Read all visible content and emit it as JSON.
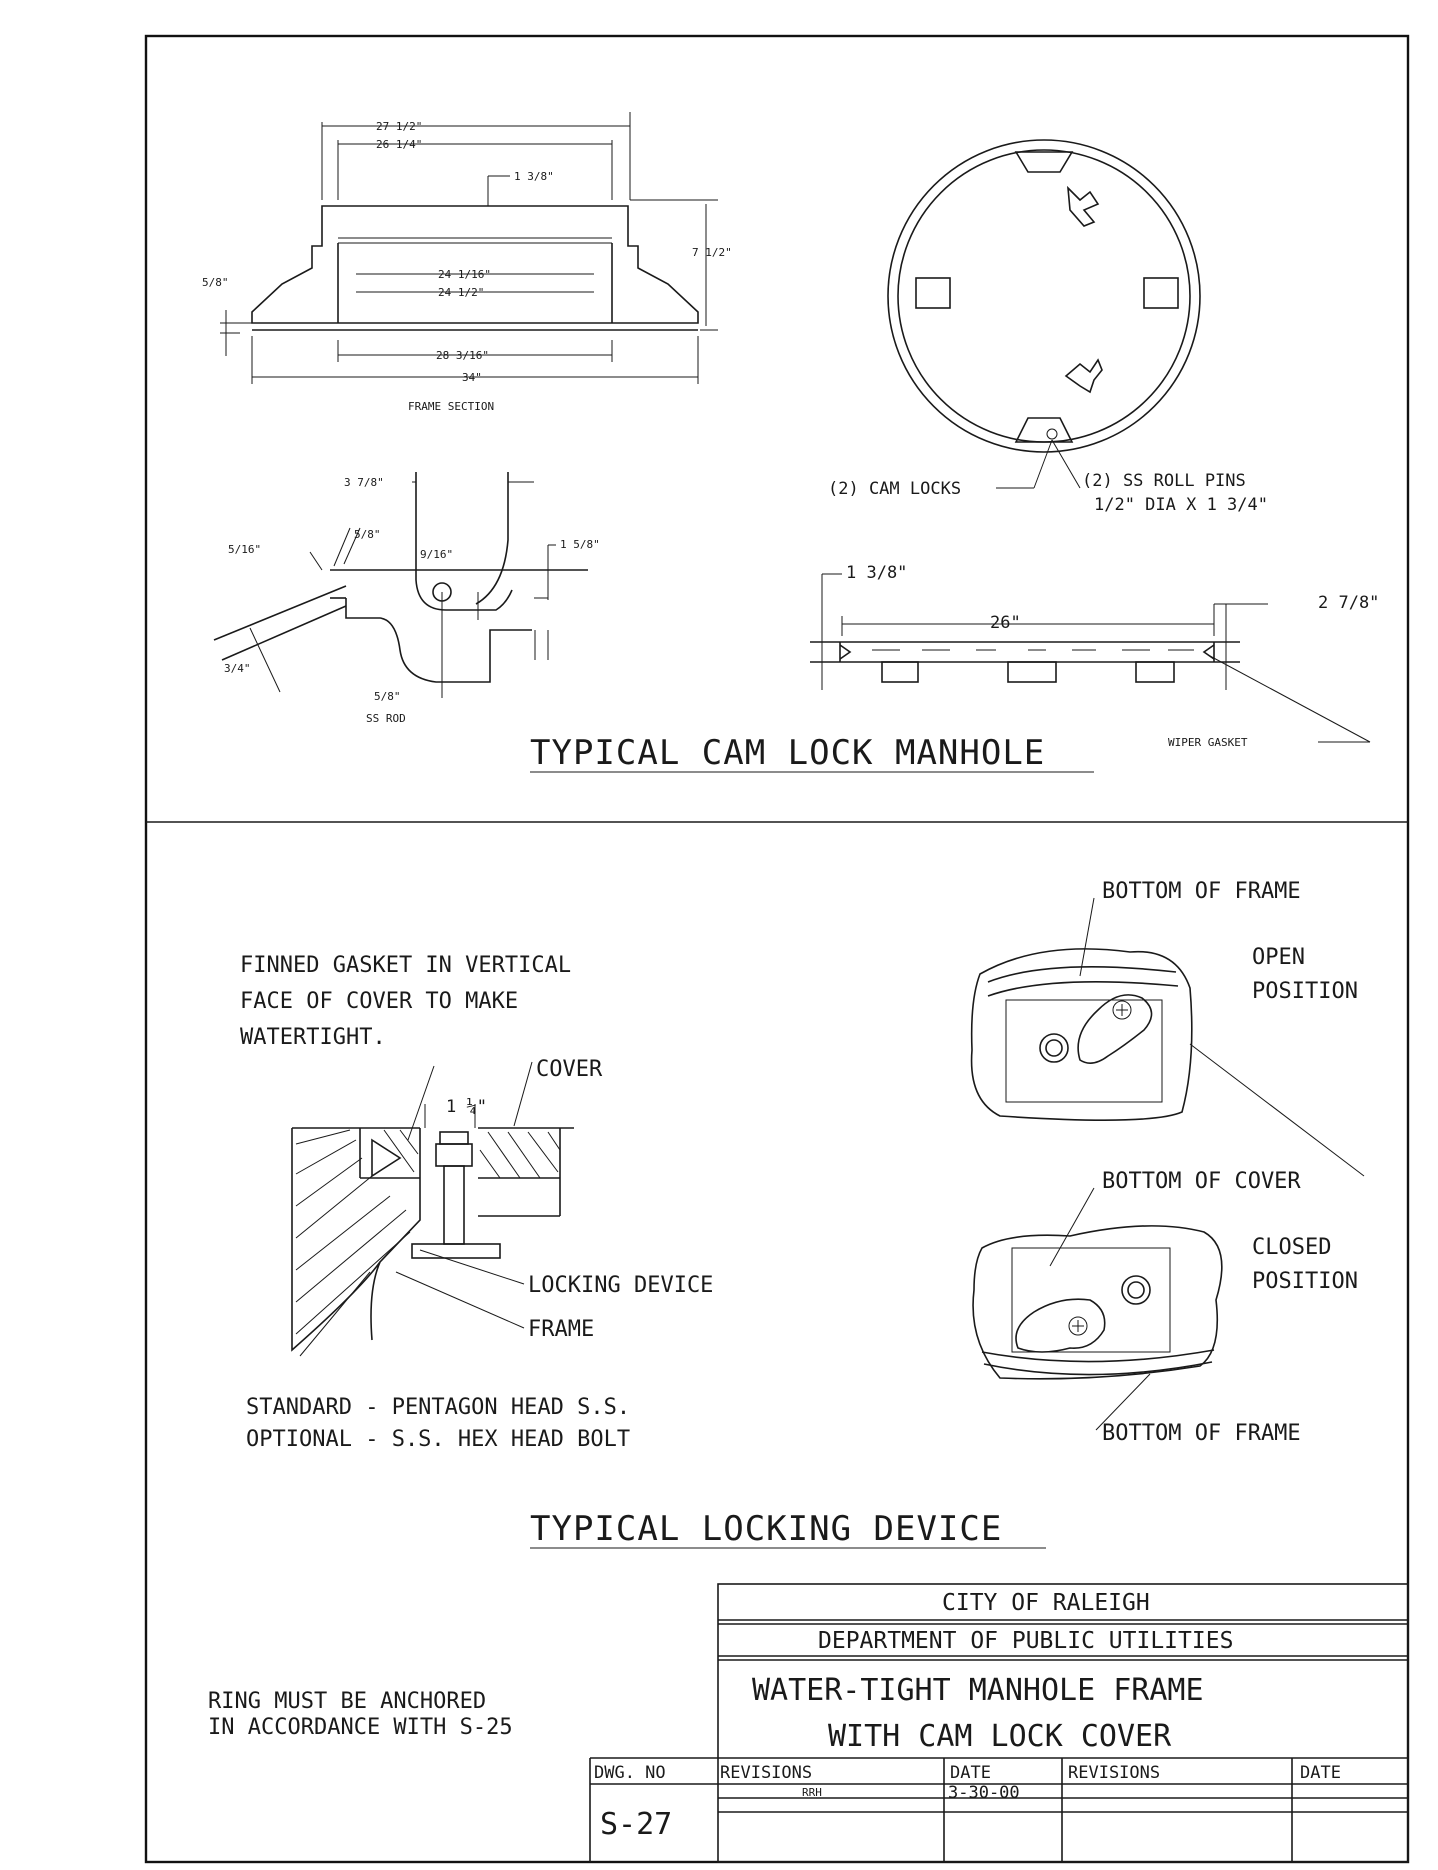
{
  "top_section": {
    "title": "TYPICAL CAM LOCK MANHOLE",
    "frame_section": {
      "caption": "FRAME SECTION",
      "dim_27_1_2": "27 1/2\"",
      "dim_26_1_4": "26 1/4\"",
      "dim_1_3_8": "1 3/8\"",
      "dim_7_1_2": "7 1/2\"",
      "dim_5_8": "5/8\"",
      "dim_24_1_16": "24 1/16\"",
      "dim_24_1_2": "24 1/2\"",
      "dim_28_3_16": "28 3/16\"",
      "dim_34": "34\""
    },
    "detail": {
      "dim_3_7_8": "3 7/8\"",
      "dim_5_16": "5/16\"",
      "dim_5_8": "5/8\"",
      "dim_9_16": "9/16\"",
      "dim_1_5_8": "1 5/8\"",
      "dim_3_4": "3/4\"",
      "rod_dim": "5/8\"",
      "rod_label": "SS ROD"
    },
    "cover_plan": {
      "cam_locks": "(2) CAM LOCKS",
      "roll_pins_1": "(2) SS ROLL PINS",
      "roll_pins_2": "1/2\" DIA X 1 3/4\""
    },
    "cover_section": {
      "dim_1_3_8": "1 3/8\"",
      "dim_26": "26\"",
      "dim_2_7_8": "2 7/8\"",
      "wiper": "WIPER GASKET"
    }
  },
  "bottom_section": {
    "title": "TYPICAL LOCKING DEVICE",
    "finned_1": "FINNED GASKET IN VERTICAL",
    "finned_2": "FACE OF COVER TO MAKE",
    "finned_3": "WATERTIGHT.",
    "cover": "COVER",
    "dim_1_1_4": "1 ¼\"",
    "locking_device": "LOCKING DEVICE",
    "frame": "FRAME",
    "standard": "STANDARD - PENTAGON HEAD S.S.",
    "optional": "OPTIONAL - S.S. HEX HEAD BOLT",
    "bottom_of_frame_top": "BOTTOM OF FRAME",
    "open_1": "OPEN",
    "open_2": "POSITION",
    "bottom_of_cover": "BOTTOM OF COVER",
    "closed_1": "CLOSED",
    "closed_2": "POSITION",
    "bottom_of_frame_bottom": "BOTTOM OF FRAME",
    "ring_1": "RING MUST BE ANCHORED",
    "ring_2": "IN ACCORDANCE WITH S-25"
  },
  "title_block": {
    "city": "CITY OF RALEIGH",
    "department": "DEPARTMENT OF PUBLIC UTILITIES",
    "title_1": "WATER-TIGHT MANHOLE FRAME",
    "title_2": "WITH CAM LOCK COVER",
    "dwg_no_label": "DWG. NO",
    "dwg_no": "S-27",
    "revisions_label_1": "REVISIONS",
    "date_label_1": "DATE",
    "revisions_label_2": "REVISIONS",
    "date_label_2": "DATE",
    "rev_1": "RRH",
    "date_1": "3-30-00"
  }
}
